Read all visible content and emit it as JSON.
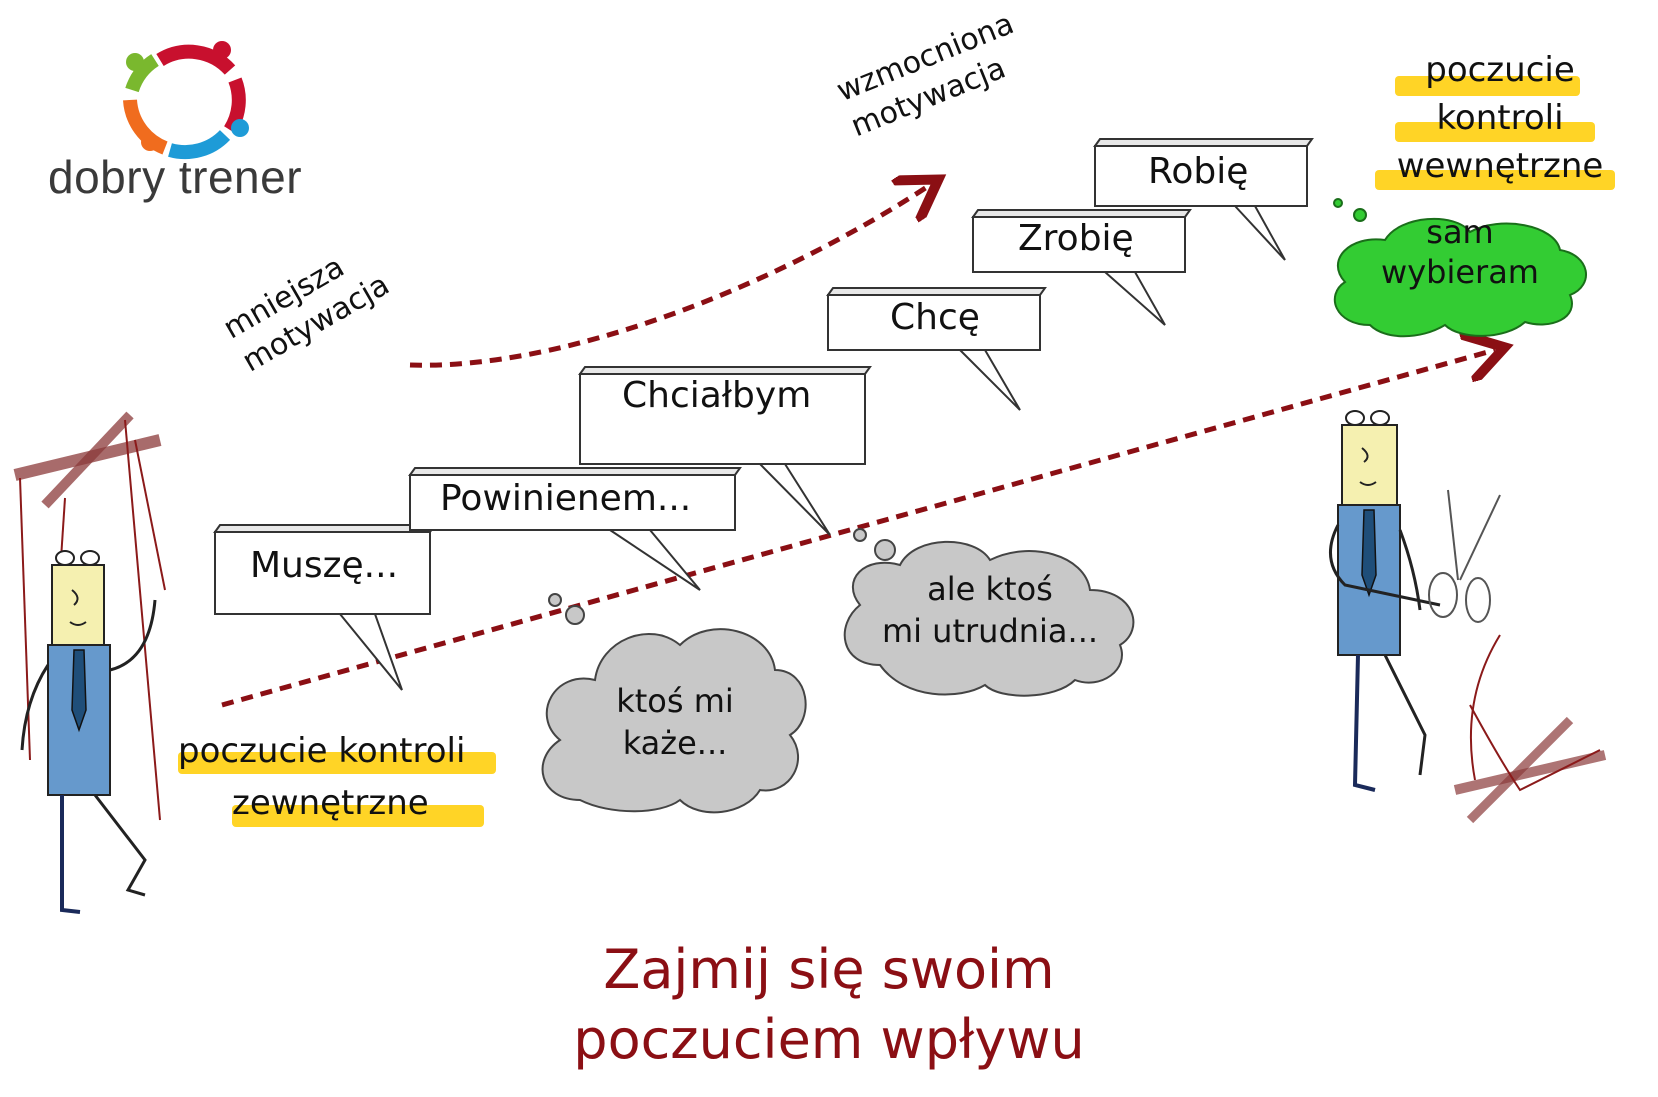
{
  "logo": {
    "text": "dobry trener",
    "icon": "people-ring-icon"
  },
  "motivation": {
    "low": "mniejsza motywacja",
    "high": "wzmocniona motywacja",
    "low_line1": "mniejsza",
    "low_line2": "motywacja",
    "high_line1": "wzmocniona",
    "high_line2": "motywacja"
  },
  "bubbles": [
    "Muszę...",
    "Powinienem...",
    "Chciałbym",
    "Chcę",
    "Zrobię",
    "Robię"
  ],
  "clouds": {
    "left": {
      "line1": "ktoś mi",
      "line2": "każe..."
    },
    "middle": {
      "line1": "ale ktoś",
      "line2": "mi utrudnia..."
    },
    "green": {
      "line1": "sam",
      "line2": "wybieram"
    }
  },
  "control": {
    "external_line1": "poczucie kontroli",
    "external_line2": "zewnętrzne",
    "internal_line1": "poczucie",
    "internal_line2": "kontroli",
    "internal_line3": "wewnętrzne"
  },
  "title": {
    "line1": "Zajmij się swoim",
    "line2": "poczuciem wpływu"
  },
  "colors": {
    "arrow": "#8b0f14",
    "highlight": "#ffcc00",
    "green_cloud": "#33cc33",
    "grey_cloud": "#c8c8c8",
    "shirt": "#6699cc",
    "head": "#f5f0b0"
  }
}
